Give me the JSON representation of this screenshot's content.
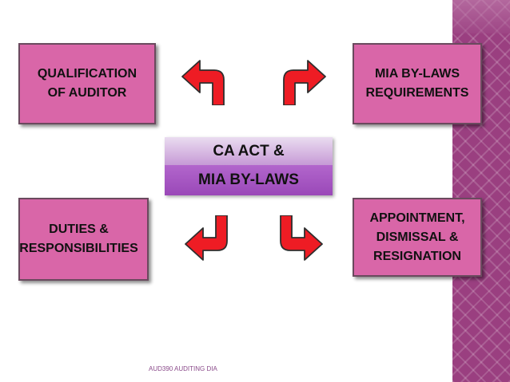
{
  "slide": {
    "center": {
      "line1": "CA ACT &",
      "line2": "MIA BY-LAWS"
    },
    "boxes": {
      "top_left": [
        "QUALIFICATION",
        "OF AUDITOR"
      ],
      "top_right": [
        "MIA BY-LAWS",
        "REQUIREMENTS"
      ],
      "bottom_left": [
        "DUTIES &",
        "RESPONSIBILITIES"
      ],
      "bottom_right": [
        "APPOINTMENT,",
        "DISMISSAL &",
        "RESIGNATION"
      ]
    },
    "footer": "AUD390 AUDITING DIA",
    "colors": {
      "box_fill": "#d966a8",
      "arrow_fill": "#ee1c24",
      "center_top": "#d9bfe3",
      "center_bottom": "#a855c4",
      "side_strip": "#9a3f80"
    }
  }
}
